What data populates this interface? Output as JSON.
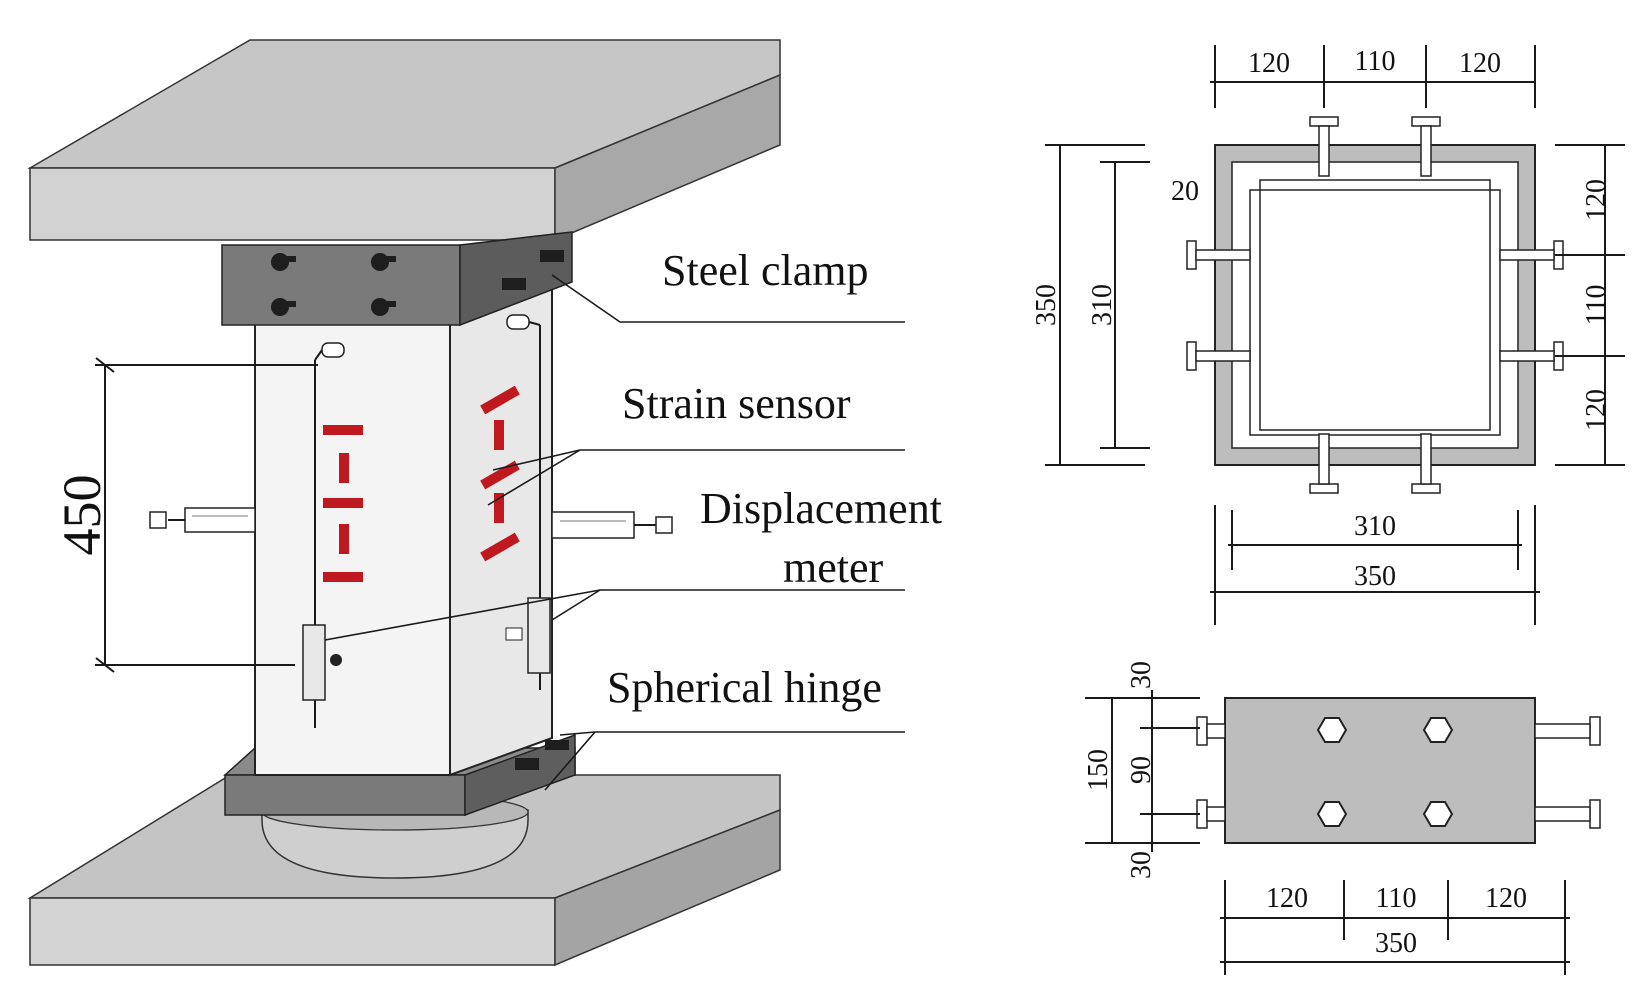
{
  "labels": {
    "steel_clamp": "Steel clamp",
    "strain_sensor": "Strain sensor",
    "displacement_line1": "Displacement",
    "displacement_line2": "meter",
    "spherical_hinge": "Spherical hinge",
    "height_dim": "450"
  },
  "plan_view": {
    "top_dims": [
      "120",
      "110",
      "120"
    ],
    "left_outer": "350",
    "left_inner": "310",
    "corner_offset": "20",
    "right_dims": [
      "120",
      "110",
      "120"
    ],
    "bottom_inner": "310",
    "bottom_outer": "350"
  },
  "clamp_view": {
    "left_dims": [
      "30",
      "90",
      "30"
    ],
    "total_height": "150",
    "bottom_dims": [
      "120",
      "110",
      "120"
    ],
    "bottom_total": "350"
  },
  "colors": {
    "slab_top": "#c6c6c6",
    "slab_front": "#d4d4d4",
    "slab_side": "#a9a9a9",
    "clamp": "#7a7a7a",
    "column_face": "#f2f2f2",
    "sensor_red": "#c0181f",
    "plan_gray": "#bdbdbd"
  }
}
